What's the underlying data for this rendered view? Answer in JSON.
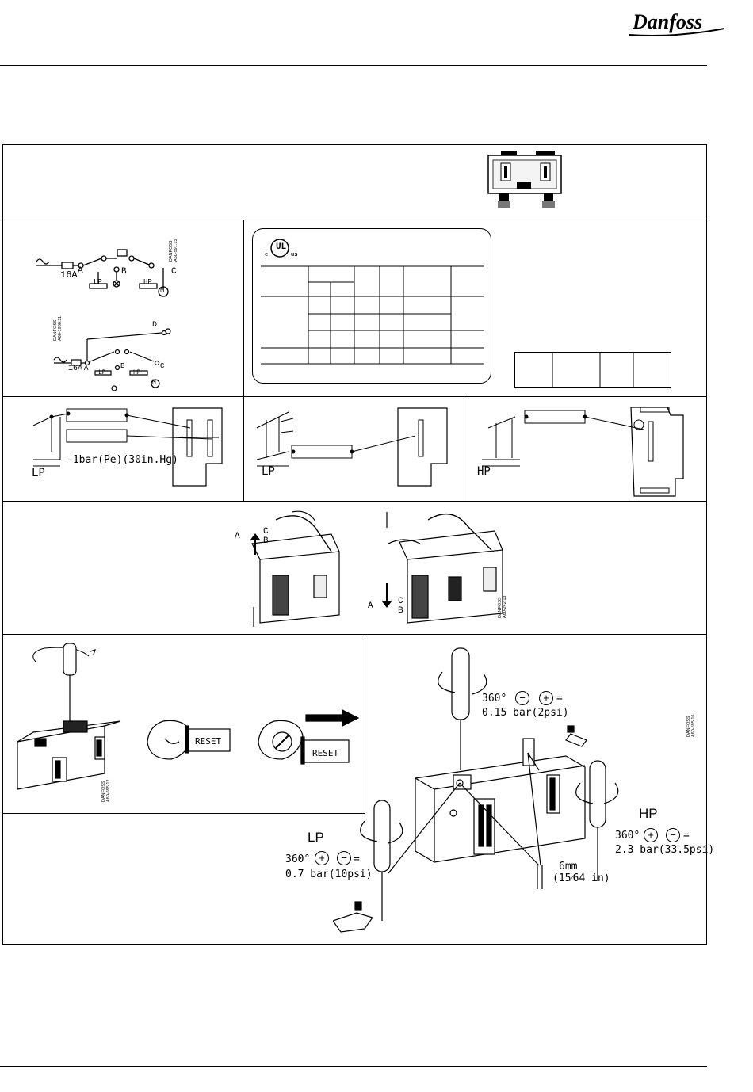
{
  "brand": {
    "logo_text": "Danfoss"
  },
  "wiring": {
    "fuse1": "16A",
    "fuse2": "16A",
    "terminal_a": "A",
    "terminal_b": "B",
    "terminal_c": "C",
    "terminal_d": "D",
    "lp": "LP",
    "hp": "HP",
    "motor": "M",
    "code1": "DANFOSS\nA60-591.15",
    "code2": "DANFOSS\nA60-1966.11"
  },
  "ul": {
    "c": "c",
    "us": "us"
  },
  "setting": {
    "lp_label_1": "LP",
    "vacuum_label": "-1bar(Pe)(30in.Hg)",
    "lp_label_2": "LP",
    "hp_label": "HP"
  },
  "test": {
    "a1": "A",
    "b1": "B",
    "c1": "C",
    "a2": "A",
    "b2": "B",
    "c2": "C",
    "code": "DANFOSS\nA60-242.13"
  },
  "reset": {
    "btn1": "RESET",
    "btn2": "RESET",
    "code": "DANFOSS\nA60-695.12"
  },
  "adjust": {
    "diff_turn": "360°",
    "diff_value": "0.15  bar(2psi)",
    "hp_title": "HP",
    "hp_turn": "360°",
    "hp_value": "2.3  bar(33.5psi)",
    "lp_title": "LP",
    "lp_turn": "360°",
    "lp_value": "0.7  bar(10psi)",
    "gap": "6mm",
    "gap_in": "(15⁄64 in)",
    "code": "DANFOSS\nA60-595.16"
  }
}
